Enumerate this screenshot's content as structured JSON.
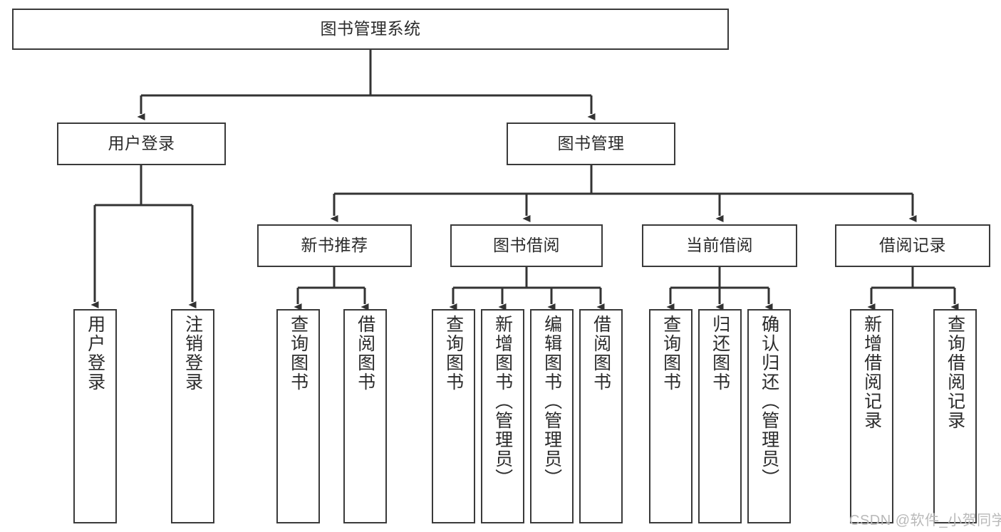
{
  "diagram": {
    "title": "图书管理系统",
    "type": "function-structure-tree",
    "colors": {
      "border": "#3a3a3a",
      "background": "#ffffff",
      "text": "#2b2b2b",
      "connector": "#333333",
      "watermark": "#b9b9b9"
    },
    "nodes": {
      "root": {
        "label": "图书管理系统"
      },
      "level1": [
        {
          "label": "用户登录"
        },
        {
          "label": "图书管理"
        }
      ],
      "level2": [
        {
          "label": "新书推荐"
        },
        {
          "label": "图书借阅"
        },
        {
          "label": "当前借阅"
        },
        {
          "label": "借阅记录"
        }
      ],
      "leaves": {
        "user_login": [
          {
            "label": "用户登录"
          },
          {
            "label": "注销登录"
          }
        ],
        "new_book_recommend": [
          {
            "label": "查询图书"
          },
          {
            "label": "借阅图书"
          }
        ],
        "book_borrow": [
          {
            "label": "查询图书"
          },
          {
            "label": "新增图书（管理员）"
          },
          {
            "label": "编辑图书（管理员）"
          },
          {
            "label": "借阅图书"
          }
        ],
        "current_borrow": [
          {
            "label": "查询图书"
          },
          {
            "label": "归还图书"
          },
          {
            "label": "确认归还（管理员）"
          }
        ],
        "borrow_record": [
          {
            "label": "新增借阅记录"
          },
          {
            "label": "查询借阅记录"
          }
        ]
      }
    }
  },
  "watermark": {
    "text": "CSDN @软件_小贺同学"
  }
}
